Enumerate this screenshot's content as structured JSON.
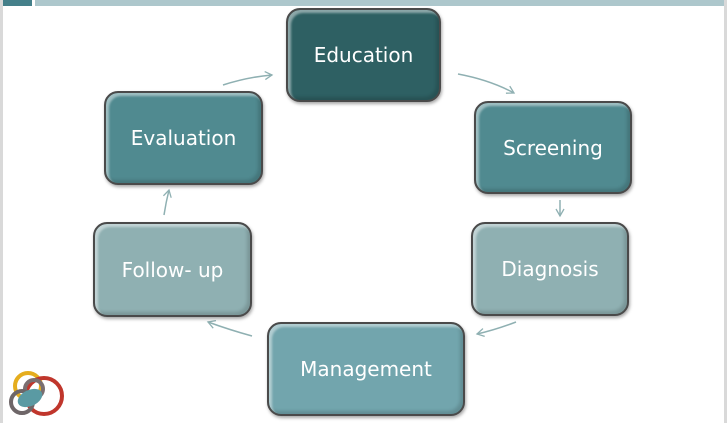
{
  "diagram": {
    "nodes": [
      {
        "id": "education",
        "label": "Education",
        "color": "#2e6063"
      },
      {
        "id": "screening",
        "label": "Screening",
        "color": "#508a90"
      },
      {
        "id": "diagnosis",
        "label": "Diagnosis",
        "color": "#8fb0b2"
      },
      {
        "id": "management",
        "label": "Management",
        "color": "#72a5ad"
      },
      {
        "id": "follow-up",
        "label": "Follow- up",
        "color": "#8fb0b2"
      },
      {
        "id": "evaluation",
        "label": "Evaluation",
        "color": "#508a90"
      }
    ],
    "arrow_color": "#8fb0b2",
    "accent_bar_color": "#adc7cc"
  }
}
